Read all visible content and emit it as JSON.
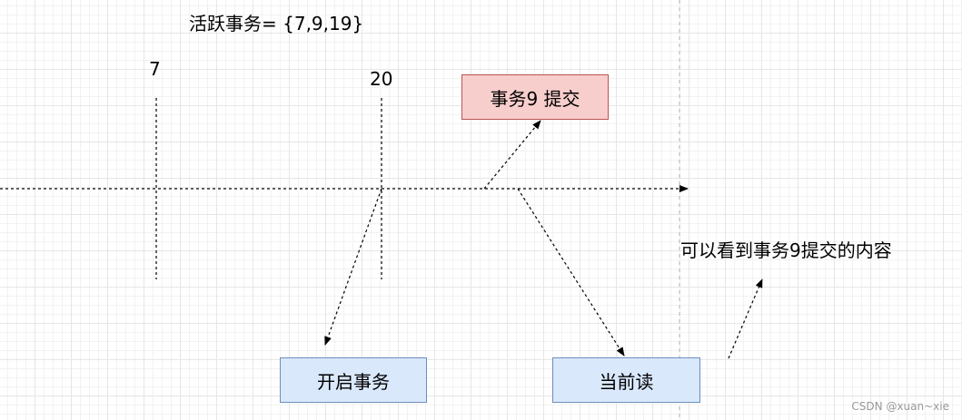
{
  "diagram": {
    "active_transactions_label": "活跃事务=  {7,9,19}",
    "marker_low": "7",
    "marker_high": "20",
    "commit_box": "事务9 提交",
    "begin_box": "开启事务",
    "read_box": "当前读",
    "visibility_note": "可以看到事务9提交的内容"
  },
  "watermark": "CSDN @xuan~xie",
  "colors": {
    "commit_fill": "#f8cecc",
    "commit_border": "#b85450",
    "box_fill": "#dae8fc",
    "box_border": "#6c8ebf"
  }
}
